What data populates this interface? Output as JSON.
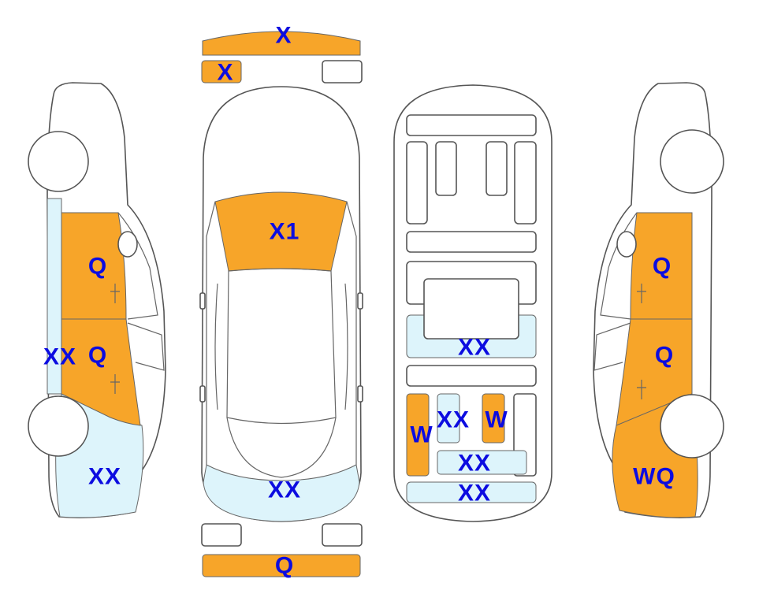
{
  "colors": {
    "orange": "#f7a529",
    "light_blue": "#ddf4fb",
    "label": "#0c0ce0",
    "outline": "#555555"
  },
  "views": {
    "left_side": {
      "front_door": "Q",
      "rear_door": "Q",
      "rocker": "XX",
      "rear_quarter": "XX"
    },
    "top": {
      "front_bumper": "X",
      "front_left_corner": "X",
      "hood": "X1",
      "trunk": "XX",
      "rear_bumper": "Q"
    },
    "interior": {
      "middle_panel": "XX",
      "left_strip": "W",
      "center_left": "XX",
      "center_right": "W",
      "lower_center": "XX",
      "bottom_panel": "XX"
    },
    "right_side": {
      "front_door": "Q",
      "rear_door": "Q",
      "rear_quarter": "WQ"
    }
  }
}
